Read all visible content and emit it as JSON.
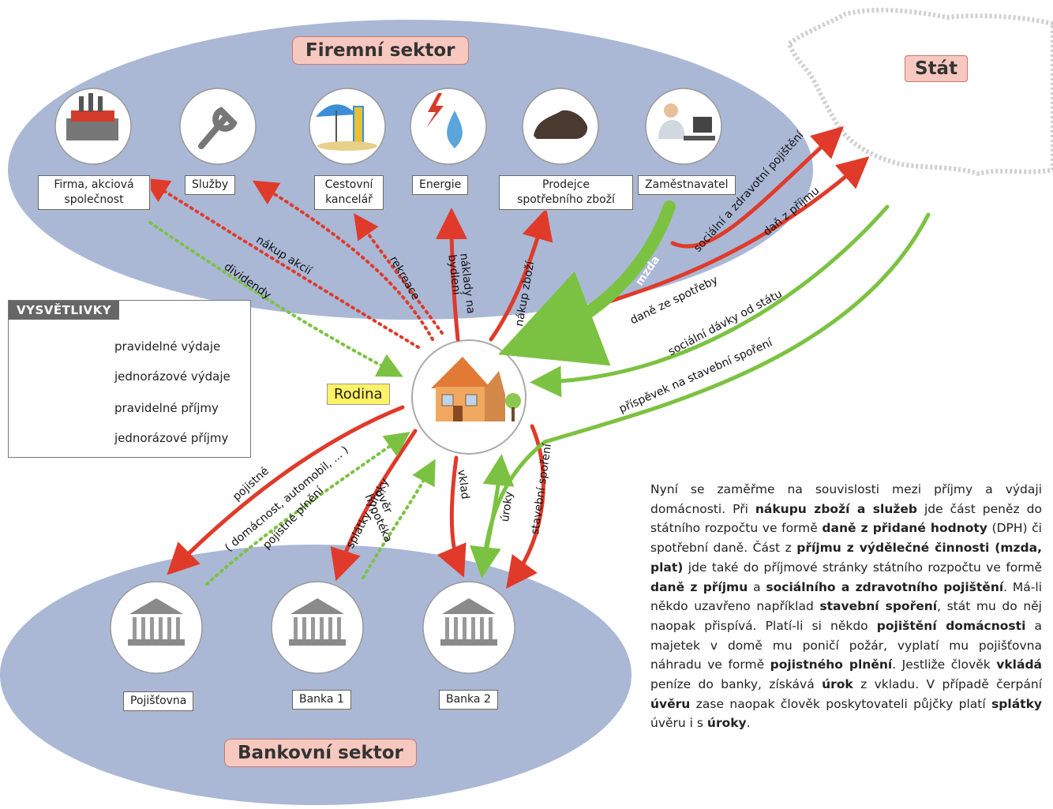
{
  "titles": {
    "firemni": "Firemní sektor",
    "bankovni": "Bankovní sektor",
    "stat": "Stát",
    "rodina": "Rodina"
  },
  "companies": [
    {
      "label": "Firma, akciová\nspolečnost",
      "icon": "factory-icon"
    },
    {
      "label": "Služby",
      "icon": "wrench-icon"
    },
    {
      "label": "Cestovní\nkancelář",
      "icon": "beach-umbrella-icon"
    },
    {
      "label": "Energie",
      "icon": "lightning-water-drop-icon"
    },
    {
      "label": "Prodejce\nspotřebního zboží",
      "icon": "shoe-icon"
    },
    {
      "label": "Zaměstnavatel",
      "icon": "person-at-computer-icon"
    }
  ],
  "banks": [
    {
      "label": "Pojišťovna",
      "icon": "bank-building-icon"
    },
    {
      "label": "Banka 1",
      "icon": "bank-building-icon"
    },
    {
      "label": "Banka 2",
      "icon": "bank-building-icon"
    }
  ],
  "flows": {
    "dividendy": "dividendy",
    "nakup_akcii": "nákup akcií",
    "rekreace": "rekreace",
    "naklady_na_bydleni": "náklady na\nbydlení",
    "nakup_zbozi": "nákup zboží",
    "mzda": "mzda",
    "socialni_zdravotni": "sociální a zdravotní pojištění",
    "dan_z_prijmu": "daň z příjmu",
    "dane_ze_spotreby": "daně ze spotřeby",
    "socialni_davky": "sociální dávky od státu",
    "prispevek": "příspěvek na stavební spoření",
    "pojistne": "pojistné",
    "pojistne_detail": "( domácnost, automobil, ... )",
    "pojistne_plneni": "pojistné plnění",
    "splatky_uroky": "splátky, úroky",
    "uver_hypoteka": "úvěr\nhypotéka",
    "vklad": "vklad",
    "uroky": "úroky",
    "stavebni_sporeni": "stavební spoření"
  },
  "legend": {
    "title": "VYSVĚTLIVKY",
    "items": [
      {
        "label": "pravidelné výdaje",
        "color": "#e03a2a",
        "style": "solid"
      },
      {
        "label": "jednorázové výdaje",
        "color": "#e03a2a",
        "style": "dotted"
      },
      {
        "label": "pravidelné příjmy",
        "color": "#7cc242",
        "style": "solid"
      },
      {
        "label": "jednorázové příjmy",
        "color": "#7cc242",
        "style": "dotted"
      }
    ]
  },
  "paragraph": [
    {
      "t": "Nyní se zaměřme na souvislosti mezi příjmy a výdaji domácnosti. Při ",
      "b": false
    },
    {
      "t": "nákupu zboží a služeb",
      "b": true
    },
    {
      "t": " jde část peněz do státního rozpočtu ve formě ",
      "b": false
    },
    {
      "t": "daně z přidané hodnoty",
      "b": true
    },
    {
      "t": " (DPH) či spotřební daně. Část z ",
      "b": false
    },
    {
      "t": "příjmu z výdělečné činnosti (mzda, plat)",
      "b": true
    },
    {
      "t": " jde také do příjmové stránky státního rozpočtu ve formě ",
      "b": false
    },
    {
      "t": "daně z příjmu",
      "b": true
    },
    {
      "t": " a ",
      "b": false
    },
    {
      "t": "sociálního a zdravotního pojištění",
      "b": true
    },
    {
      "t": ". Má-li někdo uzavřeno například ",
      "b": false
    },
    {
      "t": "stavební spoření",
      "b": true
    },
    {
      "t": ", stát mu do něj naopak přispívá. Platí-li si někdo ",
      "b": false
    },
    {
      "t": "pojištění domácnosti",
      "b": true
    },
    {
      "t": " a majetek v domě mu poničí požár, vyplatí mu pojišťovna náhradu ve formě ",
      "b": false
    },
    {
      "t": "pojistného plnění",
      "b": true
    },
    {
      "t": ". Jestliže člověk ",
      "b": false
    },
    {
      "t": "vkládá",
      "b": true
    },
    {
      "t": " peníze do banky, získává ",
      "b": false
    },
    {
      "t": "úrok",
      "b": true
    },
    {
      "t": " z vkladu. V případě čerpání ",
      "b": false
    },
    {
      "t": "úvěru",
      "b": true
    },
    {
      "t": " zase naopak člověk poskytovateli půjčky platí ",
      "b": false
    },
    {
      "t": "splátky",
      "b": true
    },
    {
      "t": " úvěru i s ",
      "b": false
    },
    {
      "t": "úroky",
      "b": true
    },
    {
      "t": ".",
      "b": false
    }
  ],
  "colors": {
    "expense": "#e03a2a",
    "income": "#7cc242",
    "sector_fill": "#aab8d6",
    "title_fill": "#f7c8bf"
  }
}
